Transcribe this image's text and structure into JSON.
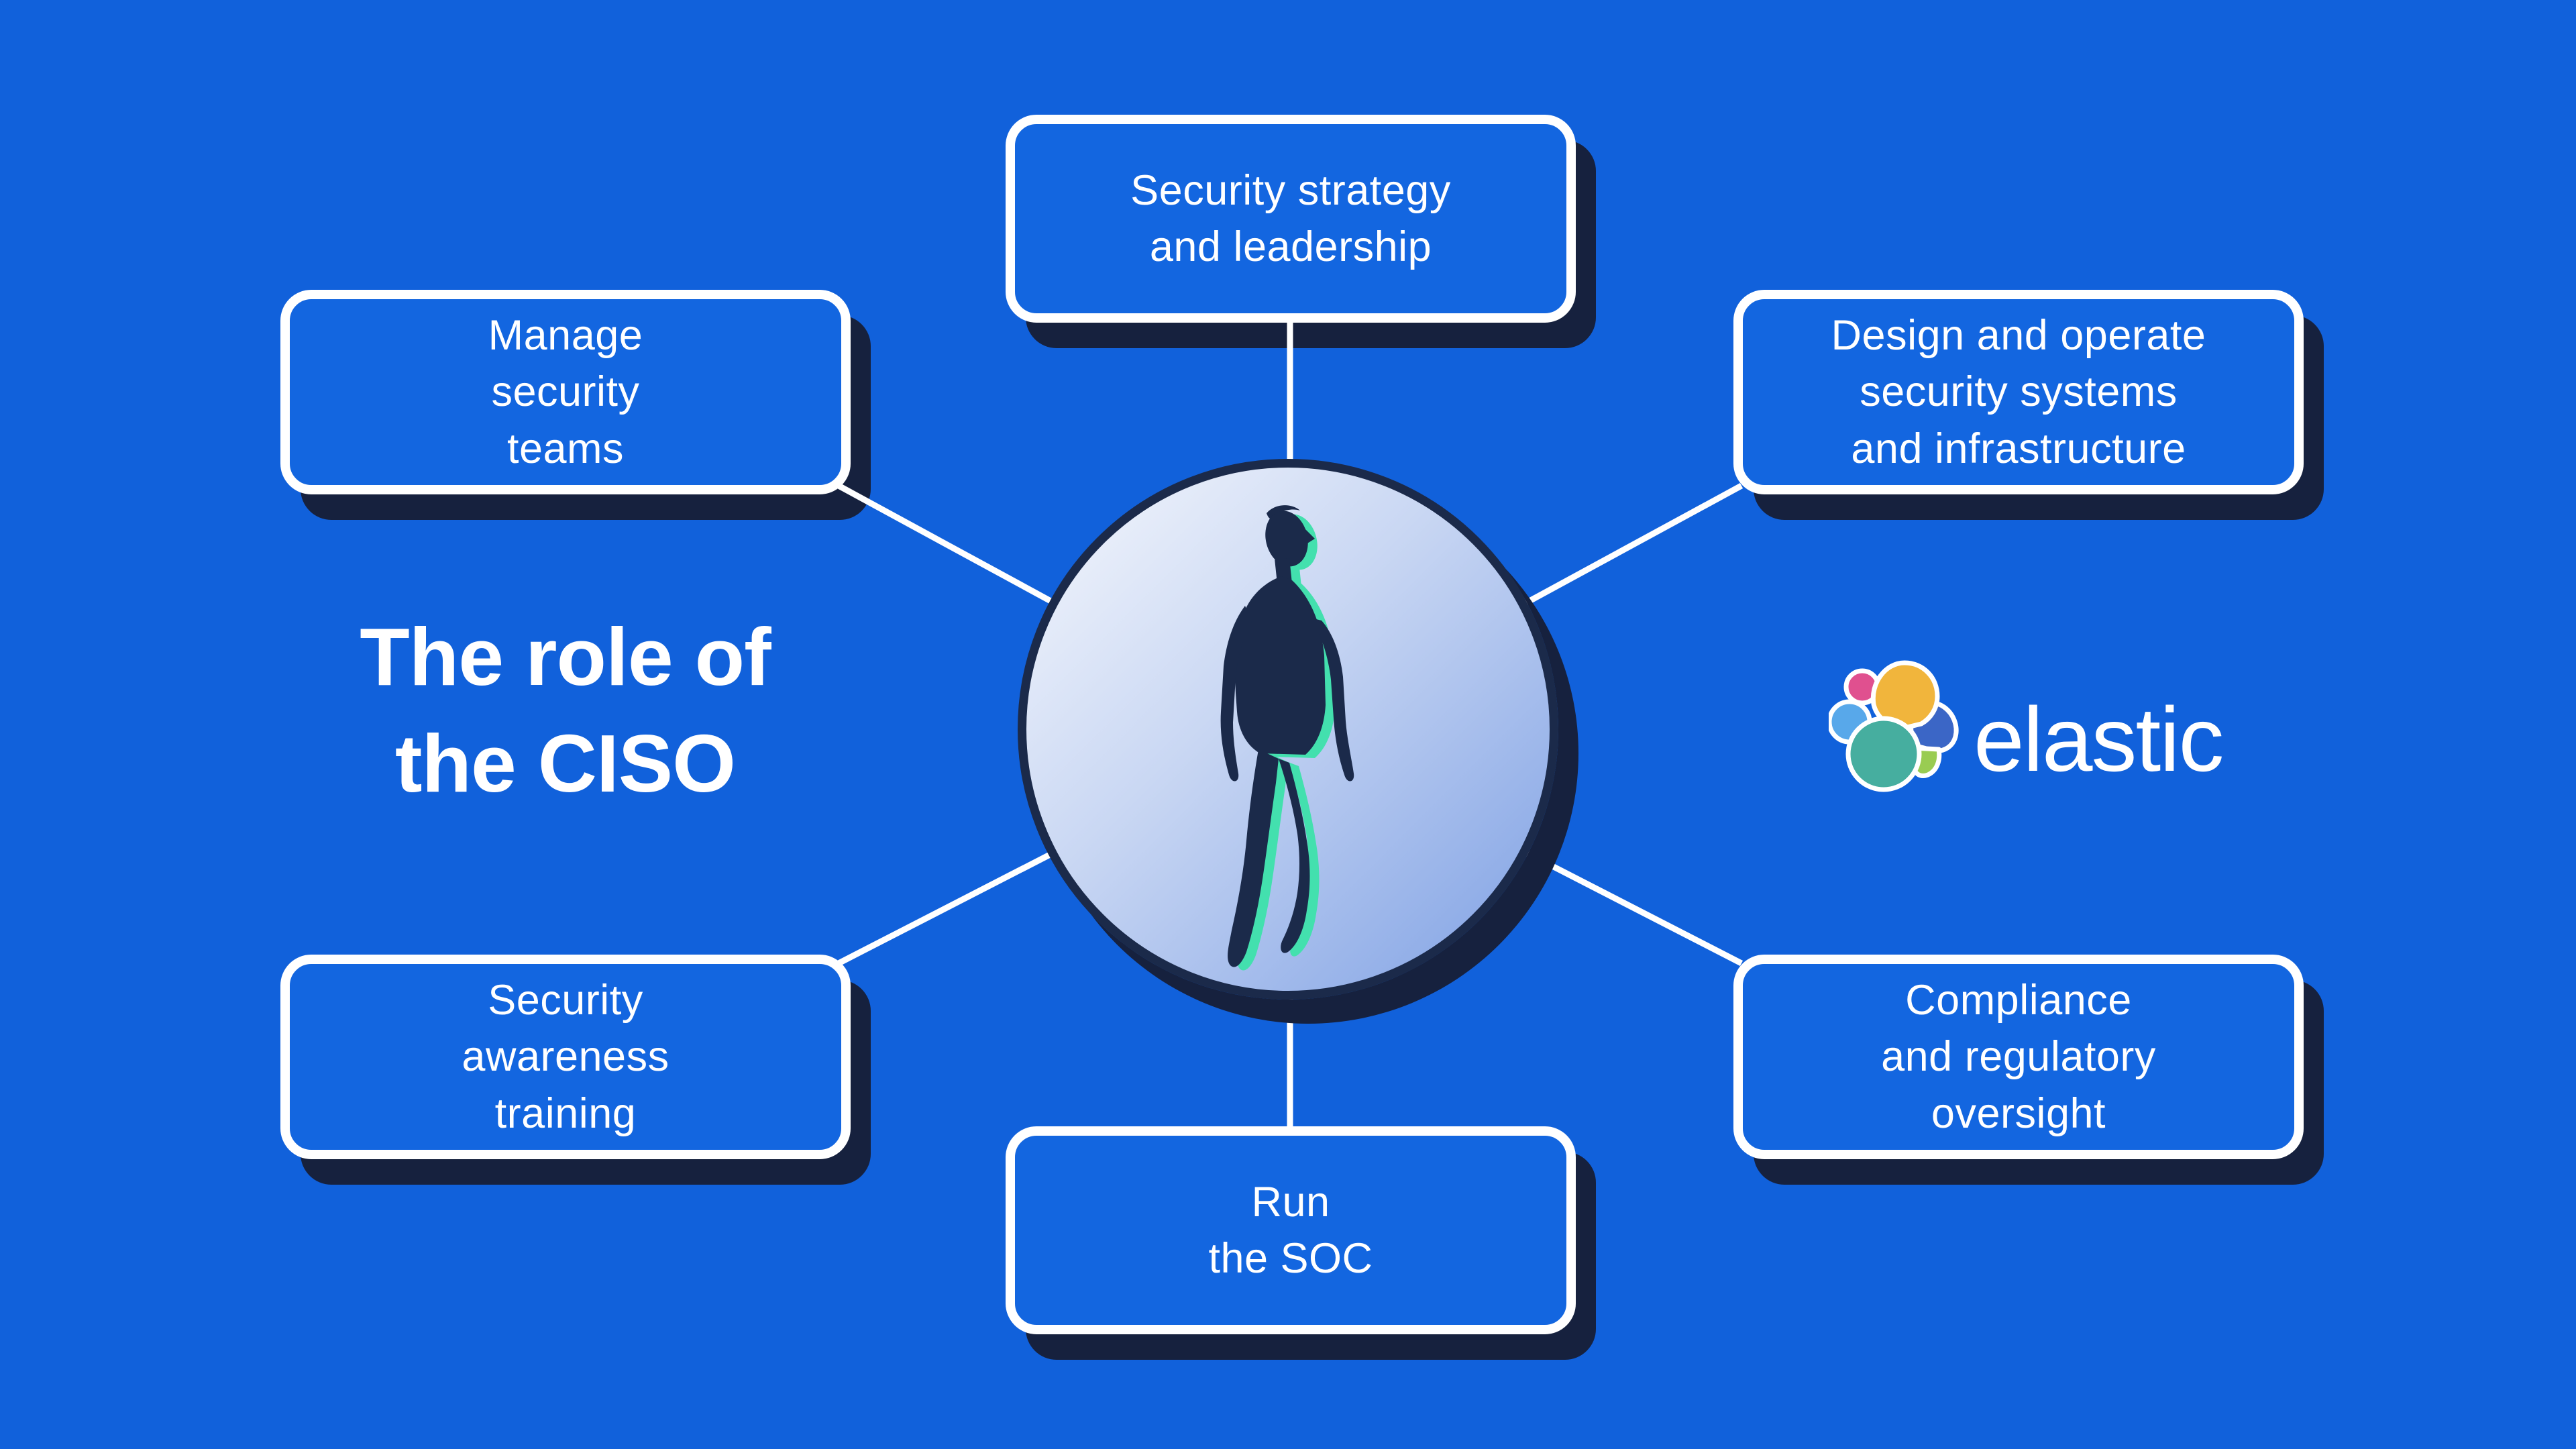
{
  "title": {
    "lines": [
      "The role of",
      "the CISO"
    ]
  },
  "nodes": [
    {
      "id": "security-strategy",
      "lines": [
        "Security strategy",
        "and leadership"
      ]
    },
    {
      "id": "manage-security-teams",
      "lines": [
        "Manage",
        "security",
        "teams"
      ]
    },
    {
      "id": "design-operate-systems",
      "lines": [
        "Design and operate",
        "security systems",
        "and infrastructure"
      ]
    },
    {
      "id": "security-awareness-training",
      "lines": [
        "Security",
        "awareness",
        "training"
      ]
    },
    {
      "id": "compliance-regulatory-oversight",
      "lines": [
        "Compliance",
        "and regulatory",
        "oversight"
      ]
    },
    {
      "id": "run-the-soc",
      "lines": [
        "Run",
        "the SOC"
      ]
    }
  ],
  "center": {
    "figure": "floating-person-silhouette"
  },
  "logo": {
    "wordmark": "elastic"
  },
  "colors": {
    "bg": "#1161DB",
    "box-fill": "#1366E0",
    "box-border": "#FFFFFF",
    "shadow-navy": "#16213E",
    "ink-navy": "#1B2A4A",
    "accent-teal": "#43E0AE",
    "text-white": "#FFFFFF",
    "circle-grad-start": "#F6F8FD",
    "circle-grad-mid": "#C9D7F3",
    "circle-grad-end": "#7EA0E4",
    "logo-yellow": "#F1B53C",
    "logo-pink": "#E0508F",
    "logo-light-blue": "#58A8EA",
    "logo-teal": "#46AE9F",
    "logo-blue": "#3B66C6",
    "logo-green": "#99CC52"
  }
}
